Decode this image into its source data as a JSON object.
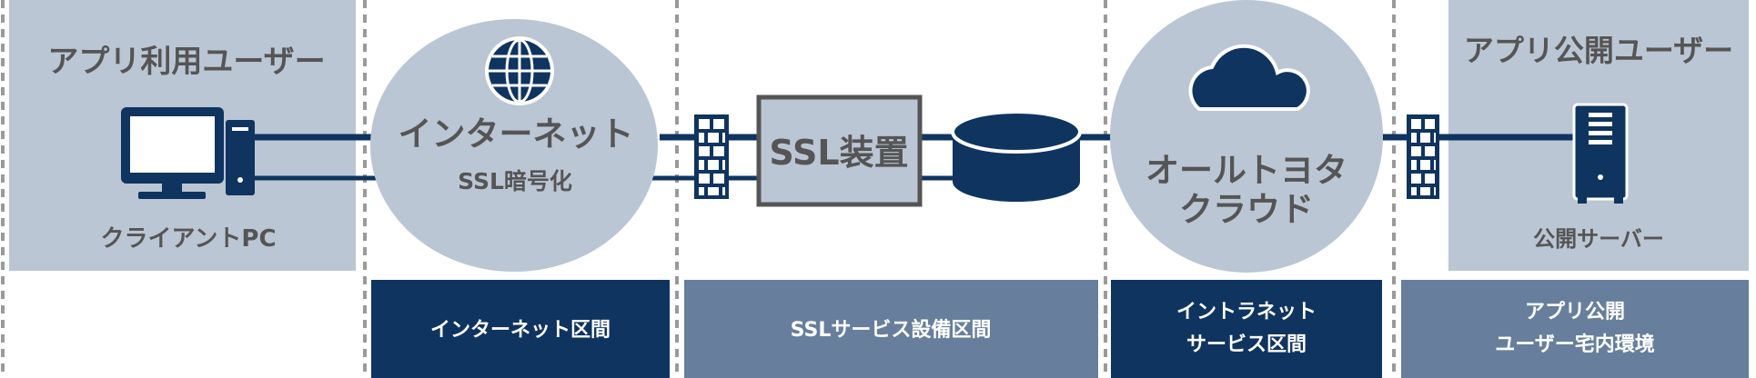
{
  "zones": {
    "client_title": "アプリ利用ユーザー",
    "client_pc_label": "クライアントPC",
    "internet_label": "インターネット",
    "ssl_encryption_label": "SSL暗号化",
    "ssl_device_label": "SSL装置",
    "cloud_label_line1": "オールトヨタ",
    "cloud_label_line2": "クラウド",
    "server_title": "アプリ公開ユーザー",
    "server_label": "公開サーバー"
  },
  "sections": {
    "internet": "インターネット区間",
    "ssl_service": "SSLサービス設備区間",
    "intranet_line1": "イントラネット",
    "intranet_line2": "サービス区間",
    "premises_line1": "アプリ公開",
    "premises_line2": "ユーザー宅内環境"
  },
  "colors": {
    "navy": "#0f3460",
    "steel": "#677f9c",
    "pale": "#bbc6d4",
    "frame": "#555555",
    "divider": "#9a9a9a",
    "text": "#555555"
  }
}
